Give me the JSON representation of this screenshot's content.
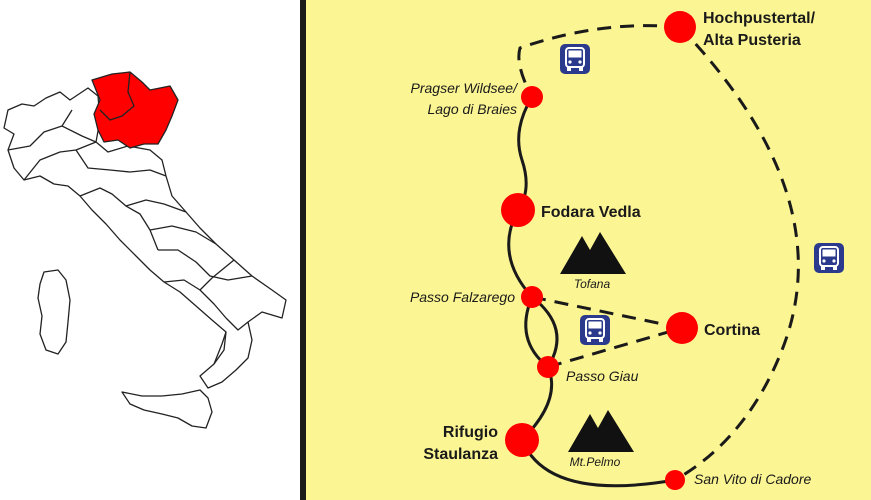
{
  "colors": {
    "panel_background": "#fbf593",
    "highlight_region": "#ff0000",
    "stop_marker": "#ff0000",
    "route_line": "#1a1a1a",
    "bus_icon_background": "#2b3a8c",
    "mountain_icon": "#111111"
  },
  "inset": {
    "country_icon": "italy-outline-icon",
    "highlight_icon": "highlighted-region-icon"
  },
  "places": {
    "hochpustertal": {
      "line1": "Hochpustertal/",
      "line2": "Alta Pusteria"
    },
    "pragser": {
      "line1": "Pragser Wildsee/",
      "line2": "Lago di Braies"
    },
    "fodara": "Fodara Vedla",
    "falzarego": "Passo Falzarego",
    "cortina": "Cortina",
    "giau": "Passo Giau",
    "staulanza": {
      "line1": "Rifugio",
      "line2": "Staulanza"
    },
    "sanvito": "San Vito di Cadore"
  },
  "peaks": {
    "tofana": "Tofana",
    "pelmo": "Mt.Pelmo"
  },
  "icons": {
    "bus": "bus-icon",
    "mountain": "mountain-icon",
    "stop": "stop-marker"
  }
}
